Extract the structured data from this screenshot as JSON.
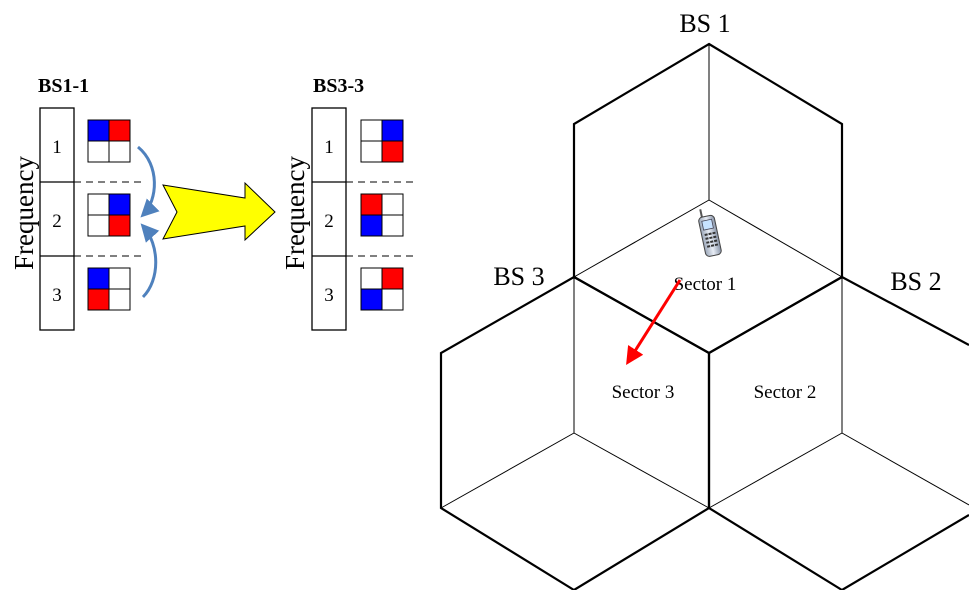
{
  "left_panel": {
    "title": "BS1-1",
    "axis_label": "Frequency",
    "rows": [
      {
        "label": "1",
        "cells": [
          "blue",
          "red",
          "white",
          "white"
        ]
      },
      {
        "label": "2",
        "cells": [
          "white",
          "blue",
          "white",
          "red"
        ]
      },
      {
        "label": "3",
        "cells": [
          "blue",
          "white",
          "red",
          "white"
        ]
      }
    ]
  },
  "right_panel": {
    "title": "BS3-3",
    "axis_label": "Frequency",
    "rows": [
      {
        "label": "1",
        "cells": [
          "white",
          "blue",
          "white",
          "red"
        ]
      },
      {
        "label": "2",
        "cells": [
          "red",
          "white",
          "blue",
          "white"
        ]
      },
      {
        "label": "3",
        "cells": [
          "white",
          "red",
          "blue",
          "white"
        ]
      }
    ]
  },
  "cells_map": {
    "base_stations": {
      "bs1": "BS 1",
      "bs2": "BS 2",
      "bs3": "BS 3"
    },
    "sectors": {
      "sector1": "Sector 1",
      "sector2": "Sector 2",
      "sector3": "Sector 3"
    }
  },
  "colors": {
    "blue": "#0000ff",
    "red": "#ff0000",
    "white": "#ffffff",
    "arrow_fill": "#ffff00",
    "curve_arrow": "#4f81bd",
    "handover_arrow": "#ff0000"
  },
  "icons": {
    "phone": "mobile-phone-icon",
    "transfer_arrow": "right-arrow-icon",
    "handover": "handover-arrow-icon"
  }
}
